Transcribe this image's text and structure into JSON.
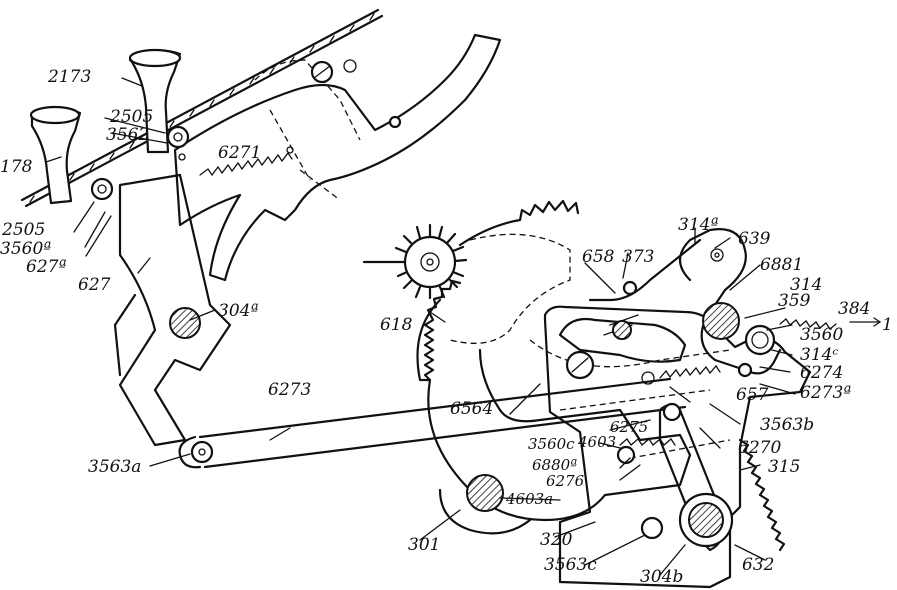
{
  "figure": {
    "labels": {
      "l2173": "2173",
      "l2505a": "2505",
      "l3562": "3562",
      "l178": "178",
      "l6271": "6271",
      "l2505b": "2505",
      "l3560a": "3560ª",
      "l627a": "627ª",
      "l627": "627",
      "l304a": "304ª",
      "l6273": "6273",
      "l3563a": "3563a",
      "l618": "618",
      "l658": "658",
      "l373": "373",
      "l314a": "314ª",
      "l639": "639",
      "l6881": "6881",
      "l314": "314",
      "l359": "359",
      "l384": "384",
      "l3560": "3560",
      "l314c": "314ᶜ",
      "l6274": "6274",
      "l6273a": "6273ª",
      "l657": "657",
      "l3563b": "3563b",
      "l6564": "6564",
      "l6275": "6275",
      "l3560c": "3560c",
      "l4603": "4603",
      "l6270": "6270",
      "l6880a": "6880ª",
      "l6276": "6276",
      "l315": "315",
      "l4603a": "4603a",
      "l301": "301",
      "l320": "320",
      "l3563c": "3563c",
      "l304b": "304b",
      "l632": "632",
      "l1": "1"
    }
  }
}
